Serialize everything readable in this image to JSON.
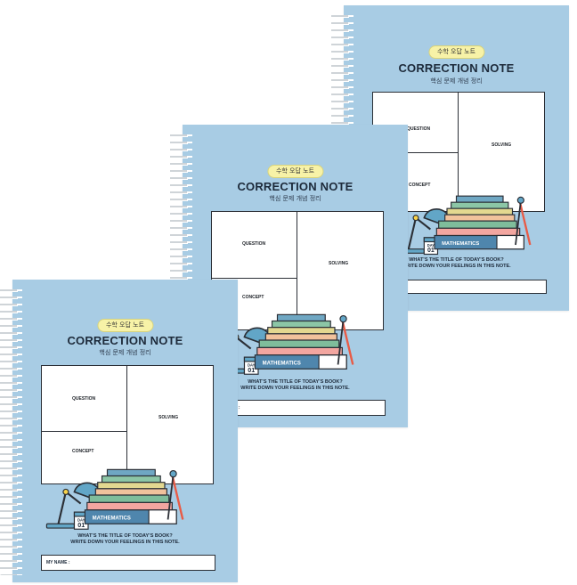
{
  "notebooks": [
    {
      "badge": "수학 오답 노트",
      "title": "CORRECTION NOTE",
      "subtitle": "핵심 문제 개념 정리",
      "grid": {
        "question": "QUESTION",
        "concept": "CONCEPT",
        "solving": "SOLVING"
      },
      "book_label": "MATHEMATICS",
      "calendar": {
        "day_label": "DAY",
        "day_number": "01"
      },
      "prompt": {
        "line1": "WHAT’S THE TITLE OF TODAY’S BOOK?",
        "line2": "WRITE DOWN YOUR FEELINGS IN THIS NOTE."
      },
      "name_label": "MY NAME :"
    }
  ]
}
